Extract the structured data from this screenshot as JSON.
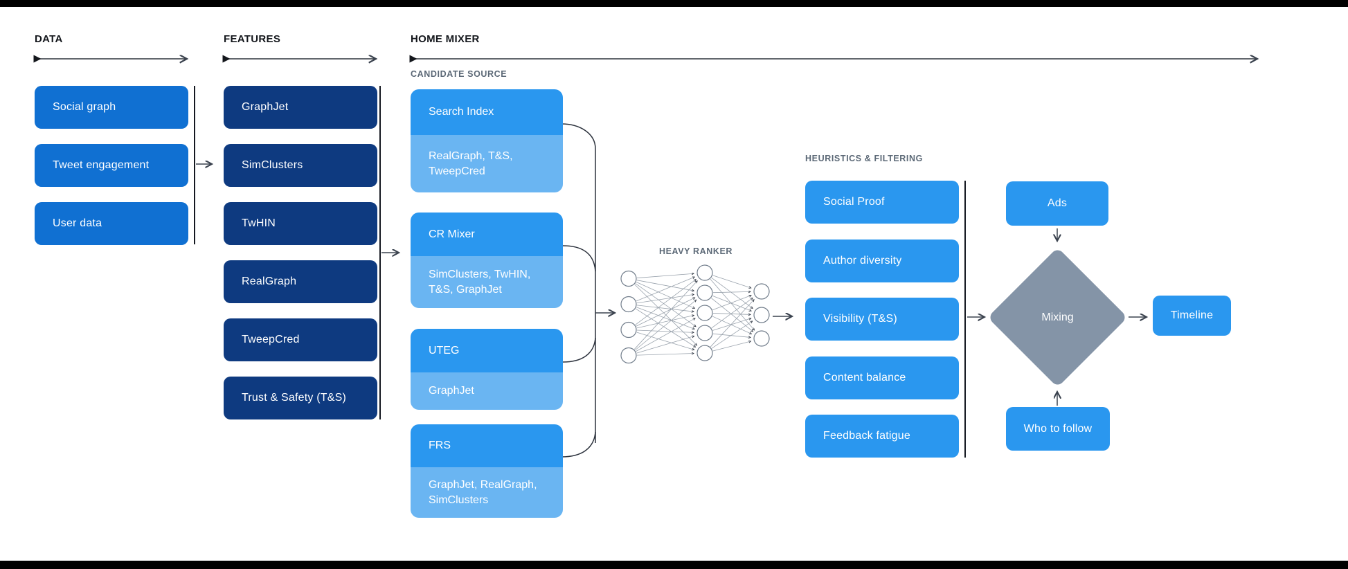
{
  "colors": {
    "data_box": "#1070d2",
    "feature_box": "#0e3a80",
    "source_primary": "#2a97ef",
    "source_secondary": "#6ab5f2",
    "heuristic_box": "#2a97ef",
    "diamond": "#8494a7",
    "line": "#3a424e"
  },
  "sections": {
    "data": {
      "label": "DATA",
      "items": [
        "Social graph",
        "Tweet engagement",
        "User data"
      ]
    },
    "features": {
      "label": "FEATURES",
      "items": [
        "GraphJet",
        "SimClusters",
        "TwHIN",
        "RealGraph",
        "TweepCred",
        "Trust & Safety (T&S)"
      ]
    },
    "home_mixer": {
      "label": "HOME MIXER",
      "candidate_source": {
        "label": "CANDIDATE SOURCE",
        "sources": [
          {
            "name": "Search Index",
            "features": "RealGraph, T&S, TweepCred"
          },
          {
            "name": "CR Mixer",
            "features": "SimClusters, TwHIN, T&S, GraphJet"
          },
          {
            "name": "UTEG",
            "features": "GraphJet"
          },
          {
            "name": "FRS",
            "features": "GraphJet, RealGraph, SimClusters"
          }
        ]
      },
      "heavy_ranker": {
        "label": "HEAVY RANKER",
        "layers": [
          4,
          5,
          3
        ]
      },
      "heuristics": {
        "label": "HEURISTICS & FILTERING",
        "items": [
          "Social Proof",
          "Author diversity",
          "Visibility (T&S)",
          "Content balance",
          "Feedback fatigue"
        ]
      },
      "output": {
        "ads": "Ads",
        "mixing": "Mixing",
        "who_to_follow": "Who to follow",
        "timeline": "Timeline"
      }
    }
  }
}
